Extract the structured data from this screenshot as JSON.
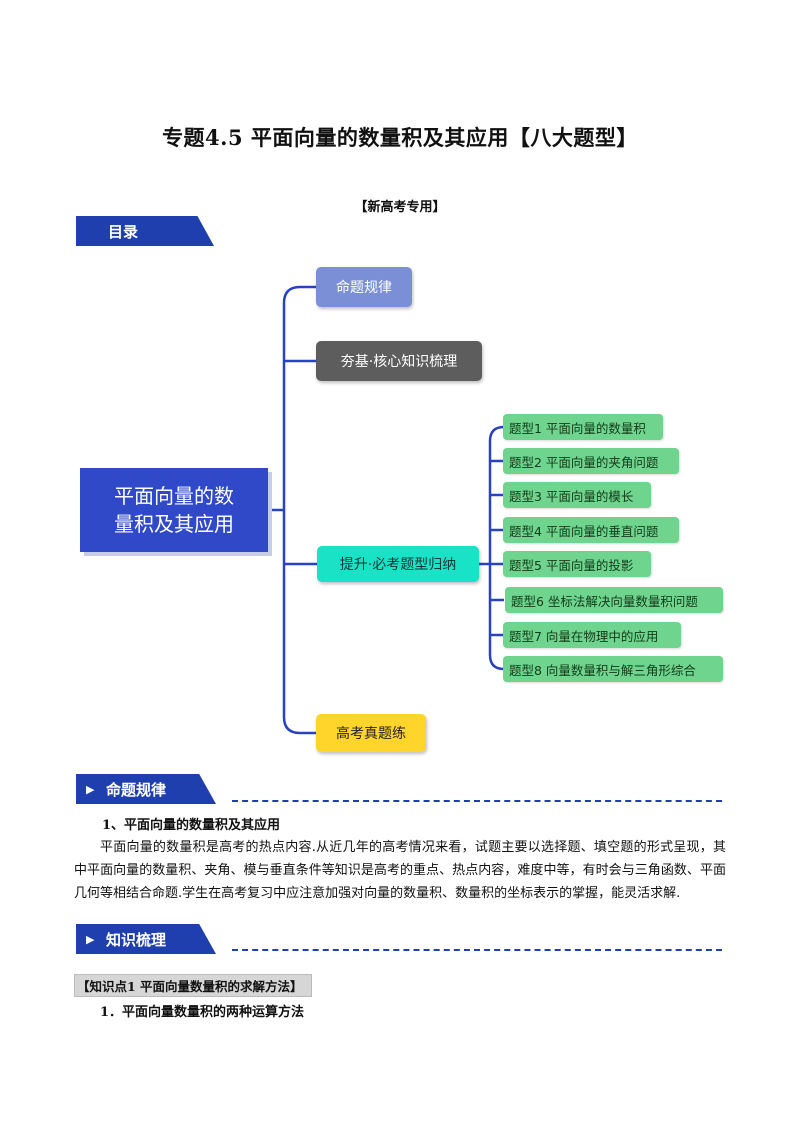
{
  "doc": {
    "title": "专题4.5  平面向量的数量积及其应用【八大题型】",
    "subtitle": "【新高考专用】"
  },
  "toc_banner": "目录",
  "mindmap": {
    "root": "平面向量的数量积及其应用",
    "root_line1": "平面向量的数",
    "root_line2": "量积及其应用",
    "branches": [
      "命题规律",
      "夯基·核心知识梳理",
      "提升·必考题型归纳",
      "高考真题练"
    ],
    "leaves": [
      "题型1 平面向量的数量积",
      "题型2 平面向量的夹角问题",
      "题型3 平面向量的模长",
      "题型4 平面向量的垂直问题",
      "题型5 平面向量的投影",
      "题型6 坐标法解决向量数量积问题",
      "题型7  向量在物理中的应用",
      "题型8  向量数量积与解三角形综合"
    ]
  },
  "section1": {
    "banner": "命题规律",
    "heading": "1、平面向量的数量积及其应用",
    "paragraph": "平面向量的数量积是高考的热点内容.从近几年的高考情况来看，试题主要以选择题、填空题的形式呈现，其中平面向量的数量积、夹角、模与垂直条件等知识是高考的重点、热点内容，难度中等，有时会与三角函数、平面几何等相结合命题.学生在高考复习中应注意加强对向量的数量积、数量积的坐标表示的掌握，能灵活求解."
  },
  "section2": {
    "banner": "知识梳理",
    "knowledge_point": "【知识点1    平面向量数量积的求解方法】",
    "heading": "1．平面向量数量积的两种运算方法"
  },
  "colors": {
    "banner": "#1f3fae",
    "root": "#2f49c8",
    "branch1": "#7b8fd6",
    "branch2": "#5d5d5d",
    "branch3": "#19e2c7",
    "branch4": "#ffd52b",
    "leaf": "#6fd48d",
    "connector": "#2942c4"
  }
}
